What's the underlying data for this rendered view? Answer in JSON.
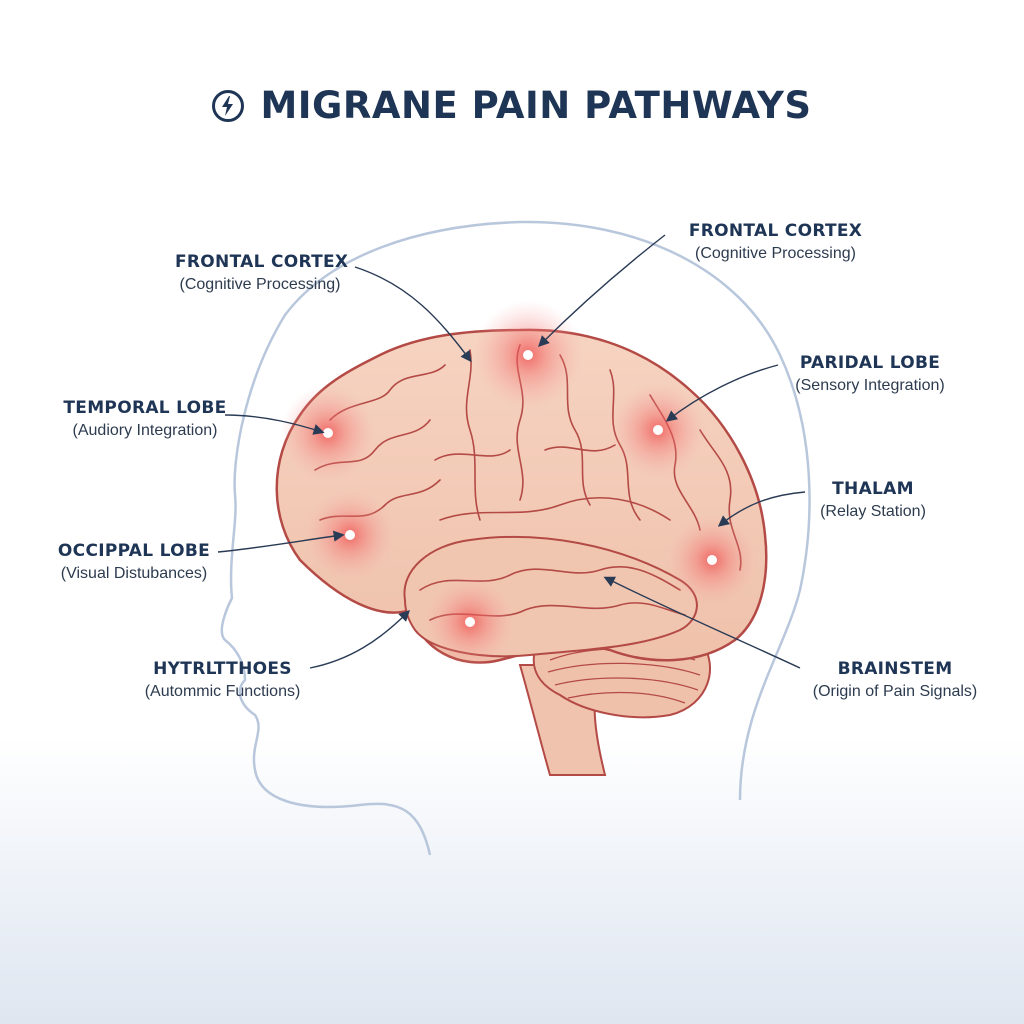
{
  "title": {
    "text": "MIGRANE PAIN PATHWAYS",
    "icon": "lightning-bolt-icon"
  },
  "labels": [
    {
      "name": "FRONTAL CORTEX",
      "sub": "(Cognitive Processing)"
    },
    {
      "name": "FRONTAL CORTEX",
      "sub": "(Cognitive Processing)"
    },
    {
      "name": "PARIDAL LOBE",
      "sub": "(Sensory Integration)"
    },
    {
      "name": "TEMPORAL LOBE",
      "sub": "(Audiory Integration)"
    },
    {
      "name": "THALAM",
      "sub": "(Relay Station)"
    },
    {
      "name": "OCCIPPAL LOBE",
      "sub": "(Visual Distubances)"
    },
    {
      "name": "HYTRLTTHOES",
      "sub": "(Autommic Functions)"
    },
    {
      "name": "BRAINSTEM",
      "sub": "(Origin of Pain Signals)"
    }
  ],
  "colors": {
    "title": "#1e3556",
    "brain_fill": "#f3c9b4",
    "brain_outline": "#b44a45",
    "hotspot": "#f0484a",
    "head_outline": "#b9c7dc"
  }
}
